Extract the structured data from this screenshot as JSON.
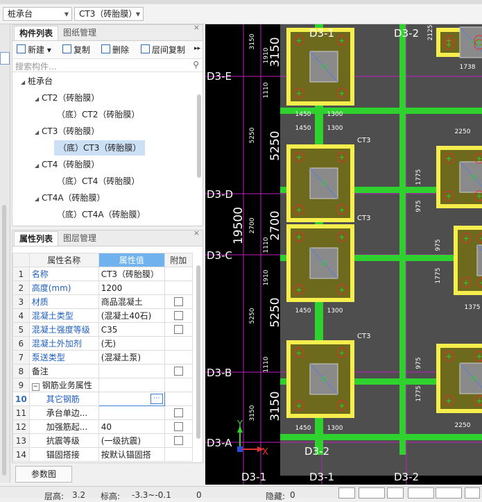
{
  "top_selectors": {
    "type_select": "桩承台",
    "component_select": "CT3（砖胎膜）"
  },
  "component_panel": {
    "tabs": [
      "构件列表",
      "图纸管理"
    ],
    "toolbar": {
      "new_label": "新建",
      "copy_label": "复制",
      "delete_label": "删除",
      "floor_copy_label": "层间复制"
    },
    "search_placeholder": "搜索构件...",
    "tree": [
      {
        "label": "桩承台",
        "level": 0
      },
      {
        "label": "CT2（砖胎膜）",
        "level": 1
      },
      {
        "label": "（底）CT2（砖胎膜）",
        "level": 2
      },
      {
        "label": "CT3（砖胎膜）",
        "level": 1
      },
      {
        "label": "（底）CT3（砖胎膜）",
        "level": 2,
        "selected": true
      },
      {
        "label": "CT4（砖胎膜）",
        "level": 1
      },
      {
        "label": "（底）CT4（砖胎膜）",
        "level": 2
      },
      {
        "label": "CT4A（砖胎膜）",
        "level": 1
      },
      {
        "label": "（底）CT4A（砖胎膜）",
        "level": 2
      }
    ]
  },
  "property_panel": {
    "tabs": [
      "属性列表",
      "图层管理"
    ],
    "columns": [
      "属性名称",
      "属性值",
      "附加"
    ],
    "rows": [
      {
        "n": "1",
        "name": "名称",
        "value": "CT3（砖胎膜）",
        "blue": true,
        "check": false
      },
      {
        "n": "2",
        "name": "高度(mm)",
        "value": "1200",
        "blue": true,
        "check": false
      },
      {
        "n": "3",
        "name": "材质",
        "value": "商品混凝土",
        "blue": true,
        "check": true
      },
      {
        "n": "4",
        "name": "混凝土类型",
        "value": "(混凝土40石)",
        "blue": true,
        "check": true
      },
      {
        "n": "5",
        "name": "混凝土强度等级",
        "value": "C35",
        "blue": true,
        "check": true
      },
      {
        "n": "6",
        "name": "混凝土外加剂",
        "value": "(无)",
        "blue": true,
        "check": false
      },
      {
        "n": "7",
        "name": "泵送类型",
        "value": "(混凝土泵)",
        "blue": true,
        "check": false
      },
      {
        "n": "8",
        "name": "备注",
        "value": "",
        "blue": false,
        "check": true
      },
      {
        "n": "9",
        "name": "钢筋业务属性",
        "value": "",
        "blue": false,
        "check": false,
        "group": true
      },
      {
        "n": "10",
        "name": "其它钢筋",
        "value": "",
        "blue": true,
        "check": false,
        "current": true
      },
      {
        "n": "11",
        "name": "承台单边...",
        "value": "",
        "blue": false,
        "check": true
      },
      {
        "n": "12",
        "name": "加强筋起...",
        "value": "40",
        "blue": false,
        "check": true
      },
      {
        "n": "13",
        "name": "抗震等级",
        "value": "(一级抗震)",
        "blue": false,
        "check": true
      },
      {
        "n": "14",
        "name": "锚固搭接",
        "value": "按默认锚固搭",
        "blue": false,
        "check": false
      }
    ],
    "param_button": "参数图"
  },
  "status": {
    "floor_height_label": "层高:",
    "floor_height_value": "3.2",
    "elevation_label": "标高:",
    "elevation_value": "-3.3~-0.1",
    "count": "0",
    "hidden_label": "隐藏:",
    "hidden_value": "0"
  },
  "drawing": {
    "axis_labels": [
      "D3-E",
      "D3-D",
      "D3-C",
      "D3-B",
      "D3-A",
      "D3-1",
      "D3-2",
      "D3-1",
      "D3-2"
    ],
    "big_dims": [
      "3150",
      "5250",
      "2700",
      "5250",
      "3150",
      "19500"
    ],
    "small_dims": [
      "3150",
      "1910",
      "1110",
      "5250",
      "2700",
      "1110",
      "1910",
      "5250",
      "1110",
      "3150",
      "2125",
      "1738",
      "1450",
      "1300",
      "1450",
      "1300",
      "2250",
      "1775",
      "975",
      "975",
      "1775",
      "1375",
      "1450",
      "1300",
      "975",
      "1775",
      "2250",
      "1450",
      "1300"
    ],
    "labels_ct": [
      "CT3",
      "CT3",
      "CT3"
    ],
    "axes_indicator": {
      "x": "X",
      "y": "Y"
    },
    "colors": {
      "background": "#000000",
      "pad": "#6e6a1d",
      "border": "#f6ee4c",
      "beam": "#2fd12f",
      "grid": "#c21ec2",
      "axis_red": "#e0302f"
    }
  }
}
